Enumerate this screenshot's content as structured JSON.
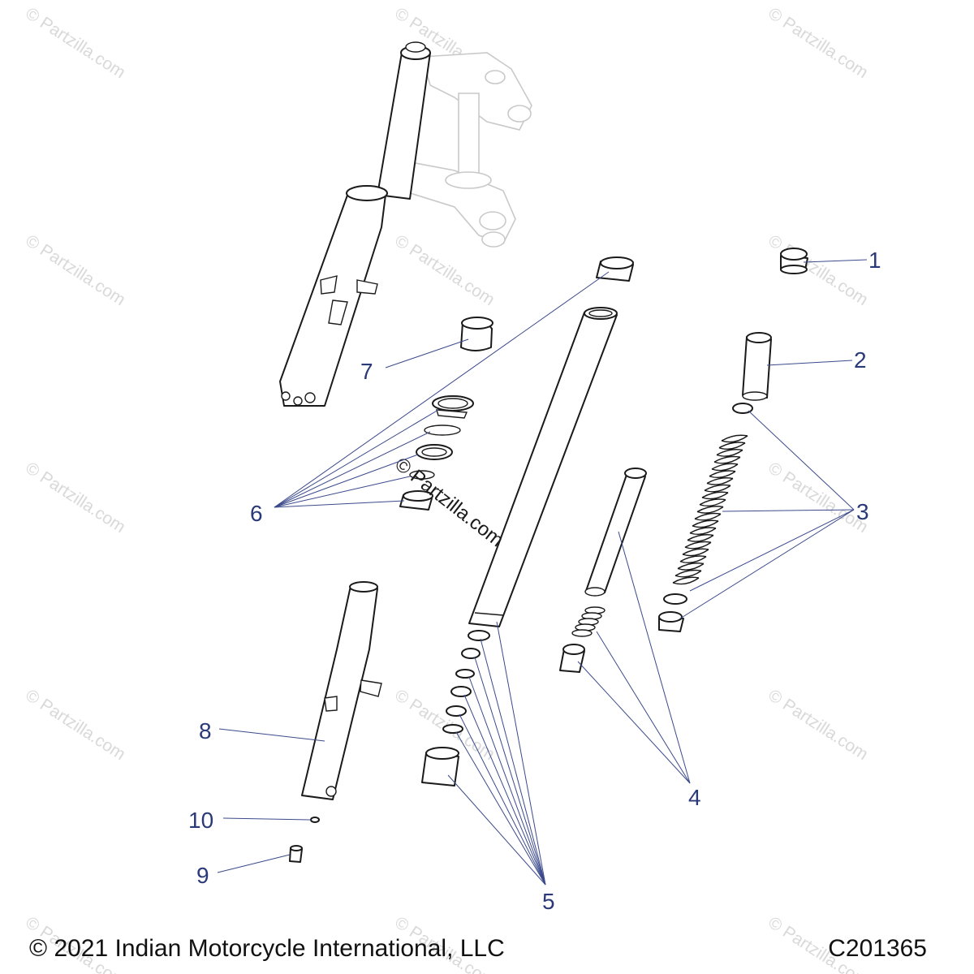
{
  "footer": {
    "copyright": "© 2021 Indian Motorcycle International, LLC",
    "drawing_number": "C201365"
  },
  "watermark": {
    "text": "© Partzilla.com",
    "center_text": "© Partzilla.com"
  },
  "callouts": [
    {
      "id": "1",
      "label": "1"
    },
    {
      "id": "2",
      "label": "2"
    },
    {
      "id": "3",
      "label": "3"
    },
    {
      "id": "4",
      "label": "4"
    },
    {
      "id": "5",
      "label": "5"
    },
    {
      "id": "6",
      "label": "6"
    },
    {
      "id": "7",
      "label": "7"
    },
    {
      "id": "8",
      "label": "8"
    },
    {
      "id": "9",
      "label": "9"
    },
    {
      "id": "10",
      "label": "10"
    }
  ],
  "colors": {
    "callout": "#2a3a78",
    "leader": "#3b4a8c",
    "line_art": "#1a1a1a",
    "watermark": "#d9d9d9"
  }
}
